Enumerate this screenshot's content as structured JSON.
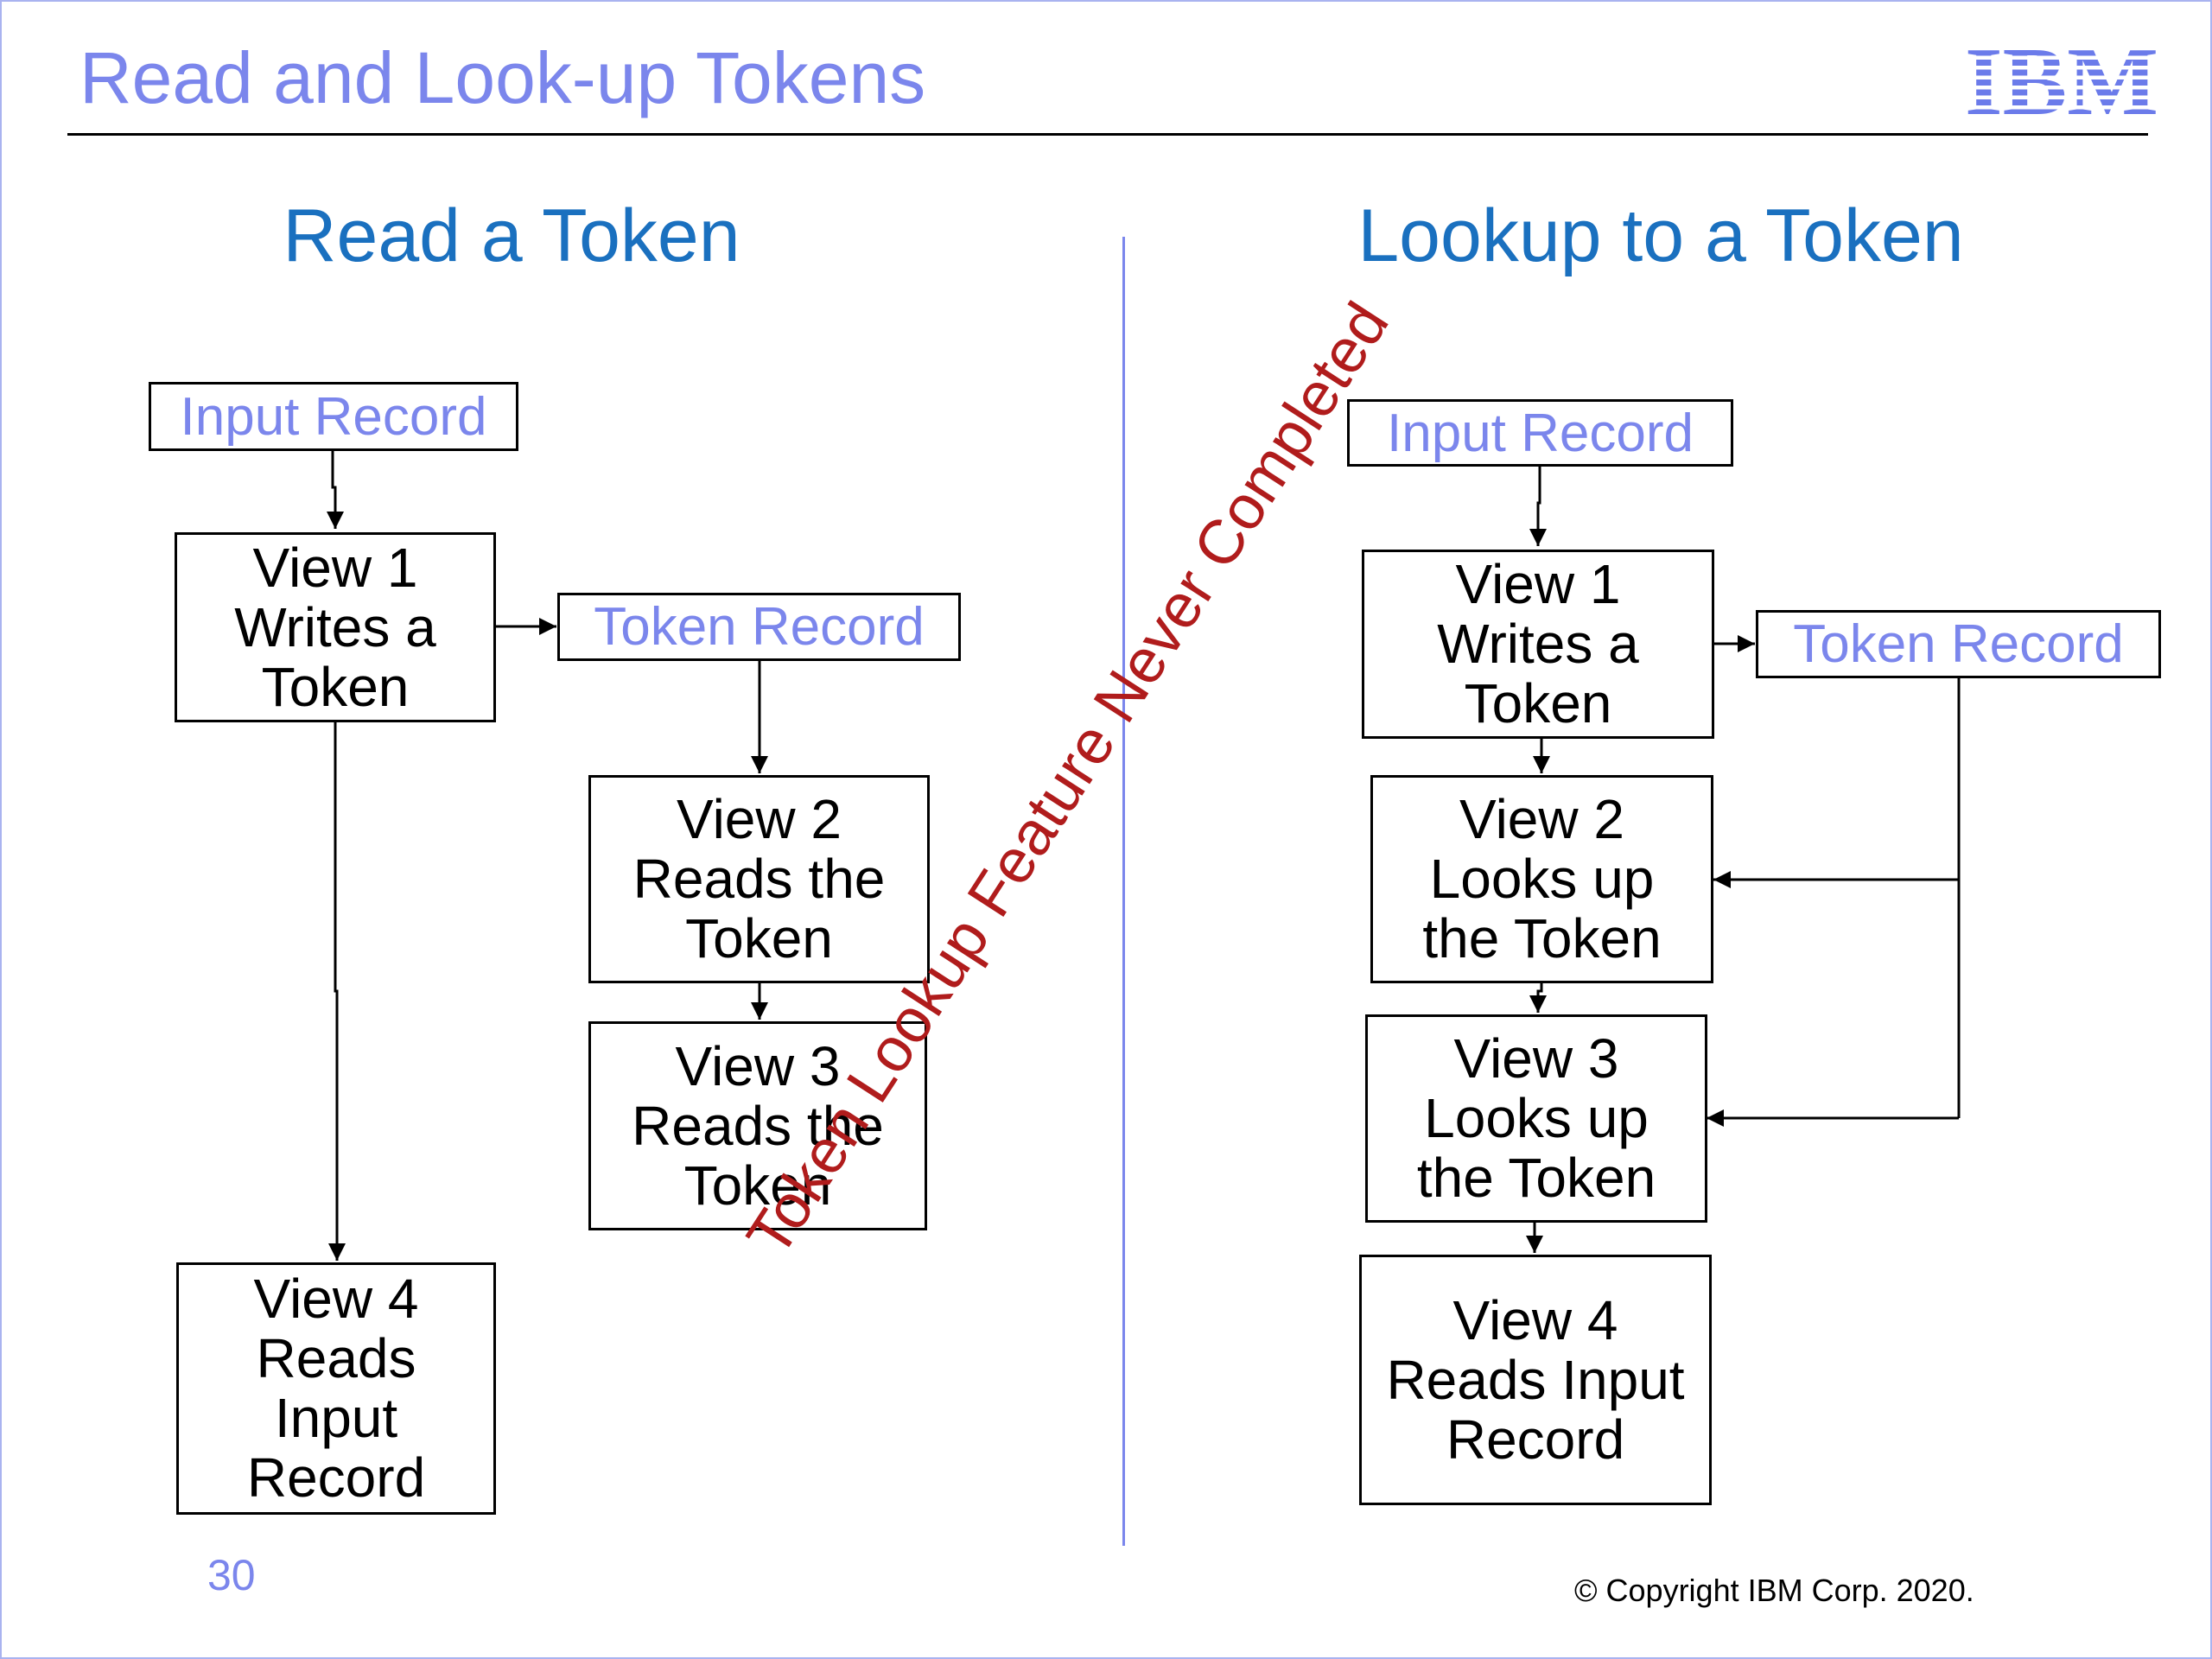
{
  "slide": {
    "title": "Read and Look-up Tokens",
    "logo_text": "IBM",
    "page_number": "30",
    "copyright": "© Copyright IBM Corp. 2020."
  },
  "left_panel": {
    "title": "Read a Token",
    "input_record": "Input Record",
    "view1": "View 1\nWrites a\nToken",
    "token_record": "Token Record",
    "view2": "View 2\nReads the\nToken",
    "view3": "View 3\nReads the\nToken",
    "view4": "View 4\nReads\nInput\nRecord"
  },
  "right_panel": {
    "title": "Lookup to a Token",
    "input_record": "Input Record",
    "view1": "View 1\nWrites a\nToken",
    "token_record": "Token Record",
    "view2": "View 2\nLooks up\nthe Token",
    "view3": "View 3\nLooks up\nthe Token",
    "view4": "View 4\nReads Input\nRecord"
  },
  "watermark": "Token Lookup Feature Never Completed",
  "colors": {
    "title": "#7b86ec",
    "panel_title": "#1a70bf",
    "record_text": "#7b86ec",
    "watermark": "#b01c1c",
    "divider": "#7b86ec"
  }
}
